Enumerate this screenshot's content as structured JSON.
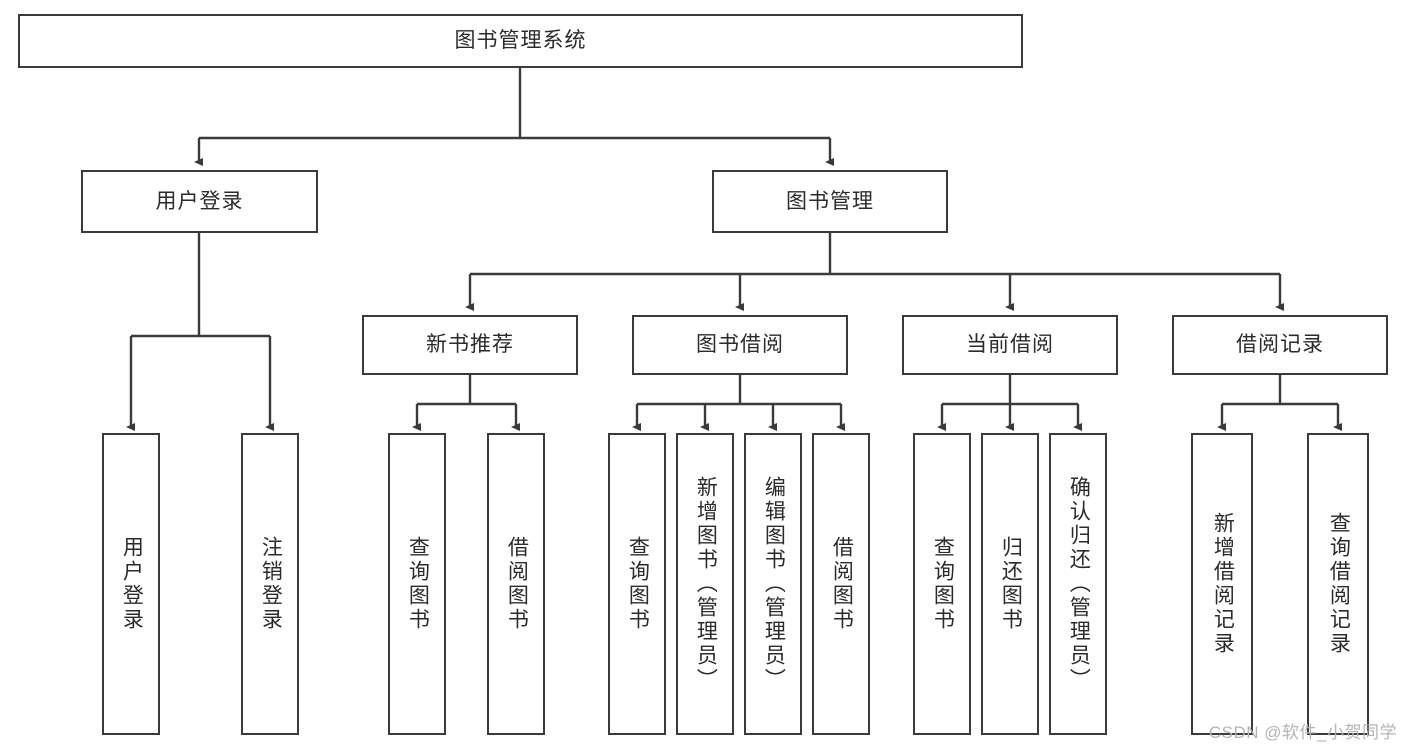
{
  "diagram": {
    "title": "图书管理系统",
    "style": {
      "box_border_color": "#3a3a3a",
      "box_fill_color": "#ffffff",
      "text_color": "#2b2b2b",
      "line_color": "#3a3a3a",
      "background": "#ffffff"
    },
    "root": {
      "label": "图书管理系统"
    },
    "level2": [
      {
        "label": "用户登录"
      },
      {
        "label": "图书管理"
      }
    ],
    "level3": [
      {
        "label": "新书推荐"
      },
      {
        "label": "图书借阅"
      },
      {
        "label": "当前借阅"
      },
      {
        "label": "借阅记录"
      }
    ],
    "leaves": {
      "user_login": [
        {
          "label": "用户登录"
        },
        {
          "label": "注销登录"
        }
      ],
      "new_book_recommend": [
        {
          "label": "查询图书"
        },
        {
          "label": "借阅图书"
        }
      ],
      "book_borrow": [
        {
          "label": "查询图书"
        },
        {
          "label": "新增图书（管理员）"
        },
        {
          "label": "编辑图书（管理员）"
        },
        {
          "label": "借阅图书"
        }
      ],
      "current_borrow": [
        {
          "label": "查询图书"
        },
        {
          "label": "归还图书"
        },
        {
          "label": "确认归还（管理员）"
        }
      ],
      "borrow_record": [
        {
          "label": "新增借阅记录"
        },
        {
          "label": "查询借阅记录"
        }
      ]
    }
  },
  "watermark": {
    "text": "CSDN @软件_小贺同学"
  }
}
